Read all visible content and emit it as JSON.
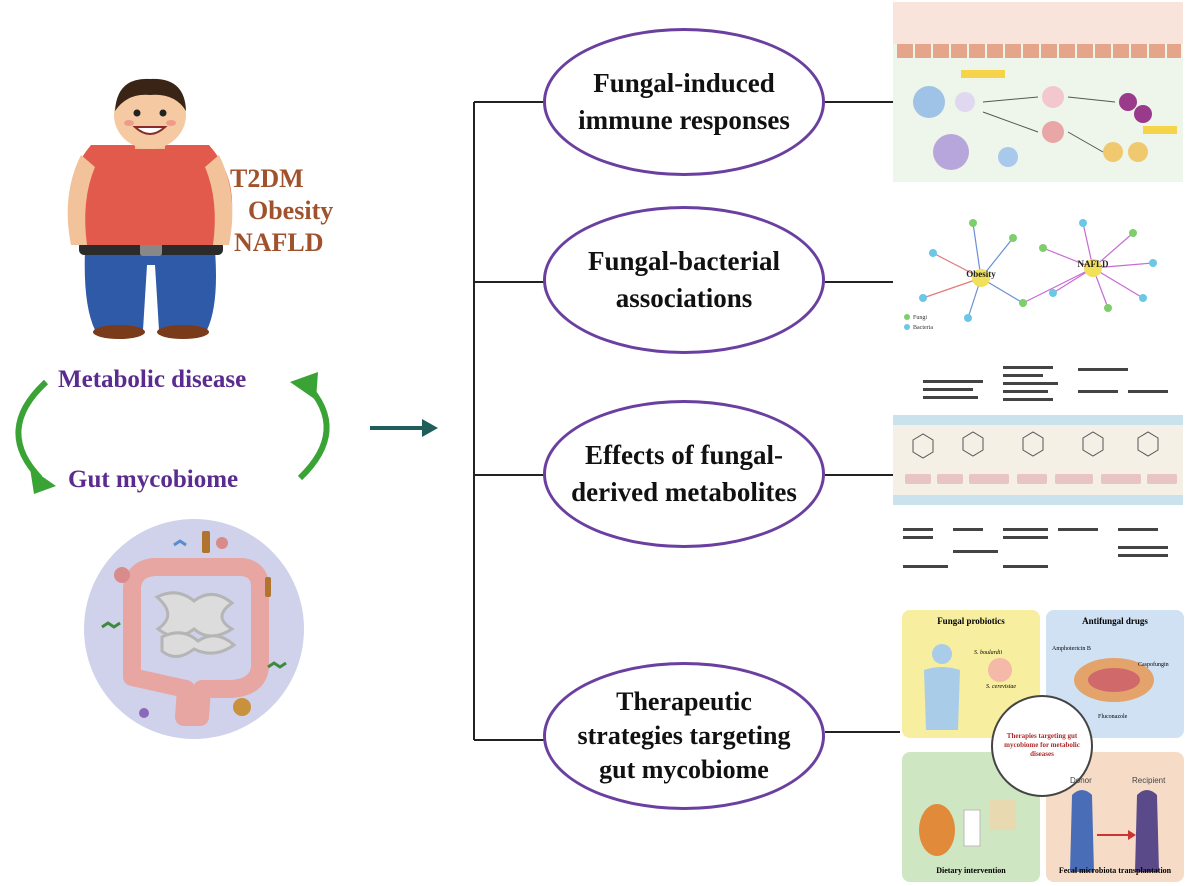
{
  "left": {
    "diseases": [
      "T2DM",
      "Obesity",
      "NAFLD"
    ],
    "cycle_top": "Metabolic disease",
    "cycle_bottom": "Gut mycobiome"
  },
  "nodes": [
    {
      "label": "Fungal-induced\nimmune responses"
    },
    {
      "label": "Fungal-bacterial\nassociations"
    },
    {
      "label": "Effects of fungal-\nderived metabolites"
    },
    {
      "label": "Therapeutic\nstrategies targeting\ngut mycobiome"
    }
  ],
  "network": {
    "hubs": [
      "Obesity",
      "NAFLD"
    ],
    "legend": [
      "Fungi",
      "Bacteria"
    ]
  },
  "therapy": {
    "quadrants": [
      "Fungal probiotics",
      "Antifungal drugs",
      "Dietary intervention",
      "Fecal microbiota transplantation"
    ],
    "center": "Therapies targeting gut mycobiome for metabolic diseases",
    "donor": "Donor",
    "recipient": "Recipient",
    "probiotic_species": [
      "S. boulardii",
      "S. cerevisiae"
    ],
    "drugs": [
      "Amphotericin B",
      "Caspofungin",
      "Fluconazole"
    ]
  },
  "colors": {
    "node_border": "#6a3fa0",
    "disease_text": "#a0522d",
    "cycle_text": "#5b2c8f",
    "cycle_arrow": "#3aa335",
    "main_arrow": "#1f5e5b"
  }
}
